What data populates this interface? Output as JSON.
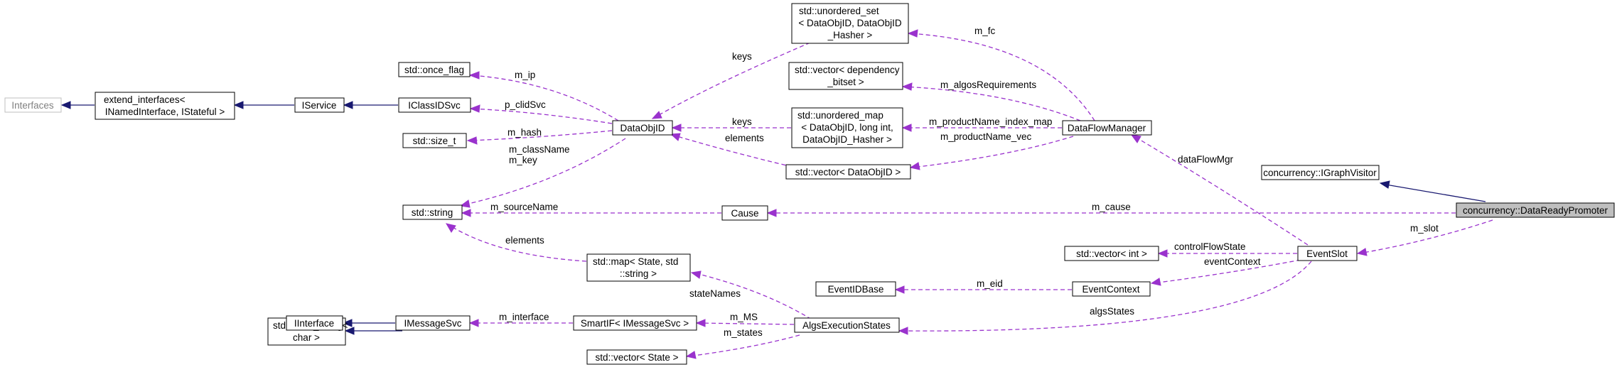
{
  "nodes": {
    "interfaces": [
      "Interfaces"
    ],
    "extend_interfaces": [
      "extend_interfaces<",
      "INamedInterface, IStateful >"
    ],
    "iservice": [
      "IService"
    ],
    "iclassidsvc": [
      "IClassIDSvc"
    ],
    "once_flag": [
      "std::once_flag"
    ],
    "size_t": [
      "std::size_t"
    ],
    "dataobjid": [
      "DataObjID"
    ],
    "basic_string": [
      "std::basic_string<",
      "char >"
    ],
    "string": [
      "std::string"
    ],
    "unordered_set": [
      "std::unordered_set",
      "< DataObjID, DataObjID",
      "_Hasher >"
    ],
    "vector_bitset": [
      "std::vector< dependency",
      "_bitset >"
    ],
    "unordered_map": [
      "std::unordered_map",
      "< DataObjID, long int,",
      "DataObjID_Hasher >"
    ],
    "vector_dataobjid": [
      "std::vector< DataObjID >"
    ],
    "cause": [
      "Cause"
    ],
    "dataflowmanager": [
      "DataFlowManager"
    ],
    "igraphvisitor": [
      "concurrency::IGraphVisitor"
    ],
    "datareadypromoter": [
      "concurrency::DataReadyPromoter"
    ],
    "vector_int": [
      "std::vector< int >"
    ],
    "eventslot": [
      "EventSlot"
    ],
    "eventidbase": [
      "EventIDBase"
    ],
    "eventcontext": [
      "EventContext"
    ],
    "map_state": [
      "std::map< State, std",
      "::string >"
    ],
    "iinterface": [
      "IInterface"
    ],
    "imessagesvc": [
      "IMessageSvc"
    ],
    "smartif": [
      "SmartIF< IMessageSvc >"
    ],
    "algsexecutionstates": [
      "AlgsExecutionStates"
    ],
    "vector_state": [
      "std::vector< State >"
    ]
  },
  "edge_labels": {
    "m_ip": "m_ip",
    "p_clidSvc": "p_clidSvc",
    "m_hash": "m_hash",
    "m_className": "m_className",
    "m_key": "m_key",
    "keys_set": "keys",
    "keys_map": "keys",
    "elements_vec": "elements",
    "m_fc": "m_fc",
    "m_algosRequirements": "m_algosRequirements",
    "m_productName_index_map": "m_productName_index_map",
    "m_productName_vec": "m_productName_vec",
    "m_sourceName": "m_sourceName",
    "elements_map": "elements",
    "m_cause": "m_cause",
    "dataFlowMgr": "dataFlowMgr",
    "m_slot": "m_slot",
    "controlFlowState": "controlFlowState",
    "eventContext": "eventContext",
    "m_eid": "m_eid",
    "stateNames": "stateNames",
    "algsStates": "algsStates",
    "m_interface": "m_interface",
    "m_MS": "m_MS",
    "m_states": "m_states"
  },
  "colors": {
    "inheritance": "#191970",
    "usage": "#9a32cd",
    "focus_fill": "#bfbfbf",
    "muted_border": "#bfbfbf"
  }
}
